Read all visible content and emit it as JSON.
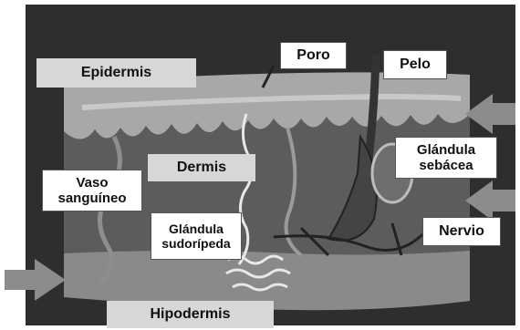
{
  "labels": {
    "epidermis": "Epidermis",
    "poro": "Poro",
    "pelo": "Pelo",
    "vaso_sanguineo": "Vaso\nsanguíneo",
    "dermis": "Dermis",
    "glandula_sebacea": "Glándula\nsebácea",
    "glandula_sudoripara": "Glándula\nsudorípeda",
    "nervio": "Nervio",
    "hipodermis": "Hipodermis"
  },
  "colors": {
    "background": "#2e2e2e",
    "epidermis_layer": "#a8a8a8",
    "dermis_layer": "#5c5c5c",
    "hypodermis_layer": "#8a8a8a",
    "arrows": "#8c8c8c",
    "gland_coils": "#e8e8e8"
  }
}
